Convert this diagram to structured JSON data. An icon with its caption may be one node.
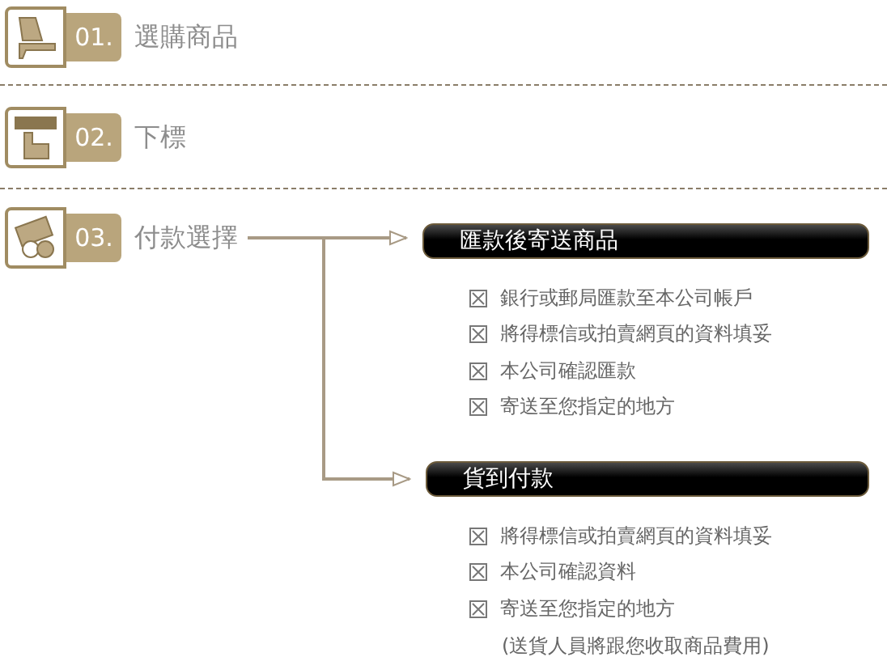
{
  "diagram": {
    "nodes": [
      {
        "text": [
          "01.",
          "選購商品"
        ]
      },
      {
        "text": [
          "02.",
          "下標"
        ]
      },
      {
        "text": [
          "03.",
          "付款選擇"
        ]
      },
      {
        "text": [
          "匯款後寄送商品"
        ]
      },
      {
        "text": [
          "貨到付款"
        ]
      }
    ],
    "edges": [
      {
        "from": 2,
        "to": 3,
        "arrow": "to"
      },
      {
        "from": 2,
        "to": 4,
        "arrow": "to"
      }
    ],
    "labels": [
      "銀行或郵局匯款至本公司帳戶",
      "將得標信或拍賣網頁的資料填妥",
      "本公司確認匯款",
      "寄送至您指定的地方",
      "將得標信或拍賣網頁的資料填妥",
      "本公司確認資料",
      "寄送至您指定的地方",
      "(送貨人員將跟您收取商品費用)"
    ]
  }
}
